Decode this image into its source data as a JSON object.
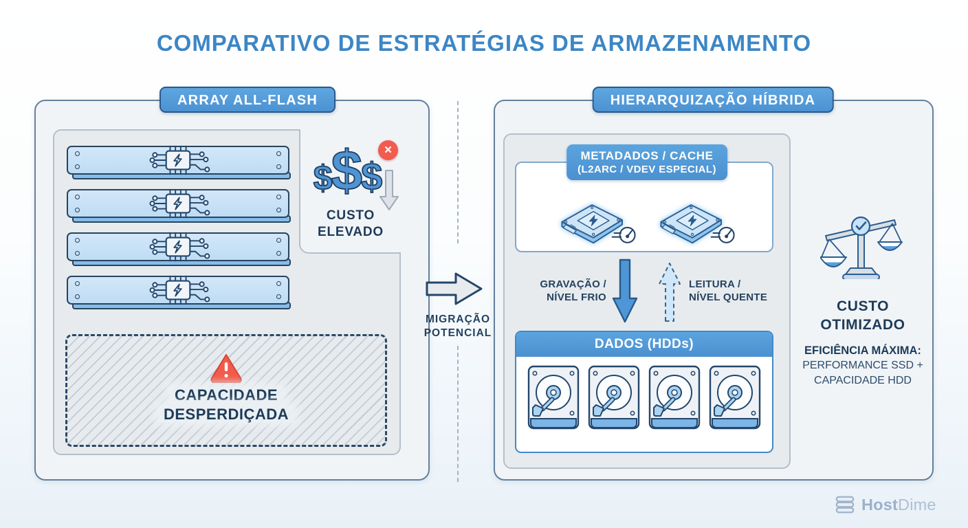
{
  "title": "COMPARATIVO DE ESTRATÉGIAS DE ARMAZENAMENTO",
  "left_panel": {
    "header": "ARRAY ALL-FLASH",
    "ssd_count": 4,
    "cost": {
      "dollars": [
        "$",
        "$",
        "$"
      ],
      "x_mark": "✕",
      "label_line1": "CUSTO",
      "label_line2": "ELEVADO"
    },
    "waste": {
      "line1": "CAPACIDADE",
      "line2": "DESPERDIÇADA"
    }
  },
  "divider": {
    "arrow_label_line1": "MIGRAÇÃO",
    "arrow_label_line2": "POTENCIAL"
  },
  "right_panel": {
    "header": "HIERARQUIZAÇÃO HÍBRIDA",
    "cache": {
      "badge_line1": "METADADOS / CACHE",
      "badge_line2": "(L2ARC / VDEV ESPECIAL)",
      "ssd_count": 2
    },
    "write_label_line1": "GRAVAÇÃO /",
    "write_label_line2": "NÍVEL FRIO",
    "read_label_line1": "LEITURA /",
    "read_label_line2": "NÍVEL QUENTE",
    "data_tier": {
      "header": "DADOS (HDDs)",
      "hdd_count": 4
    },
    "benefit": {
      "cost_line1": "CUSTO",
      "cost_line2": "OTIMIZADO",
      "efficiency_title": "EFICIÊNCIA MÁXIMA:",
      "efficiency_line2": "PERFORMANCE SSD +",
      "efficiency_line3": "CAPACIDADE HDD"
    }
  },
  "footer": {
    "brand_bold": "Host",
    "brand_light": "Dime"
  },
  "colors": {
    "accent_blue": "#3c86c5",
    "badge_blue": "#4f94d4",
    "navy_text": "#1d3b59",
    "alert_red": "#f25c4e",
    "ssd_fill": "#c5e0f6",
    "panel_bg": "#f1f4f7"
  }
}
